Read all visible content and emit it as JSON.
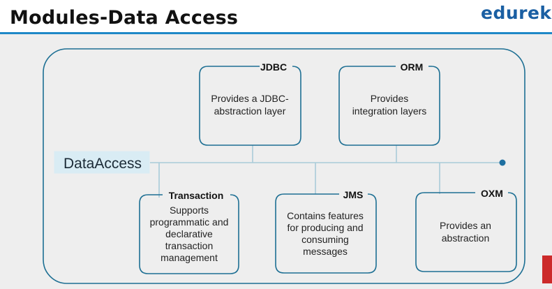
{
  "slide": {
    "title": "Modules-Data Access",
    "brand": "edurek"
  },
  "diagram": {
    "root": {
      "label": "DataAccess"
    },
    "modules": [
      {
        "id": "jdbc",
        "label": "JDBC",
        "lines": [
          "Provides a JDBC-",
          "abstraction layer"
        ]
      },
      {
        "id": "orm",
        "label": "ORM",
        "lines": [
          "Provides",
          "integration layers"
        ]
      },
      {
        "id": "transaction",
        "label": "Transaction",
        "lines": [
          "Supports",
          "programmatic and",
          "declarative",
          "transaction",
          "management"
        ]
      },
      {
        "id": "jms",
        "label": "JMS",
        "lines": [
          "Contains features",
          "for producing and",
          "consuming",
          "messages"
        ]
      },
      {
        "id": "oxm",
        "label": "OXM",
        "lines": [
          "Provides an",
          "abstraction"
        ]
      }
    ]
  },
  "colors": {
    "stroke": "#1d6f93",
    "connector": "#a9cbd9",
    "accent_rule": "#1e88c7",
    "brand": "#1a5fa3",
    "root_fill": "#d9ecf4",
    "dot": "#1e6fa0"
  }
}
